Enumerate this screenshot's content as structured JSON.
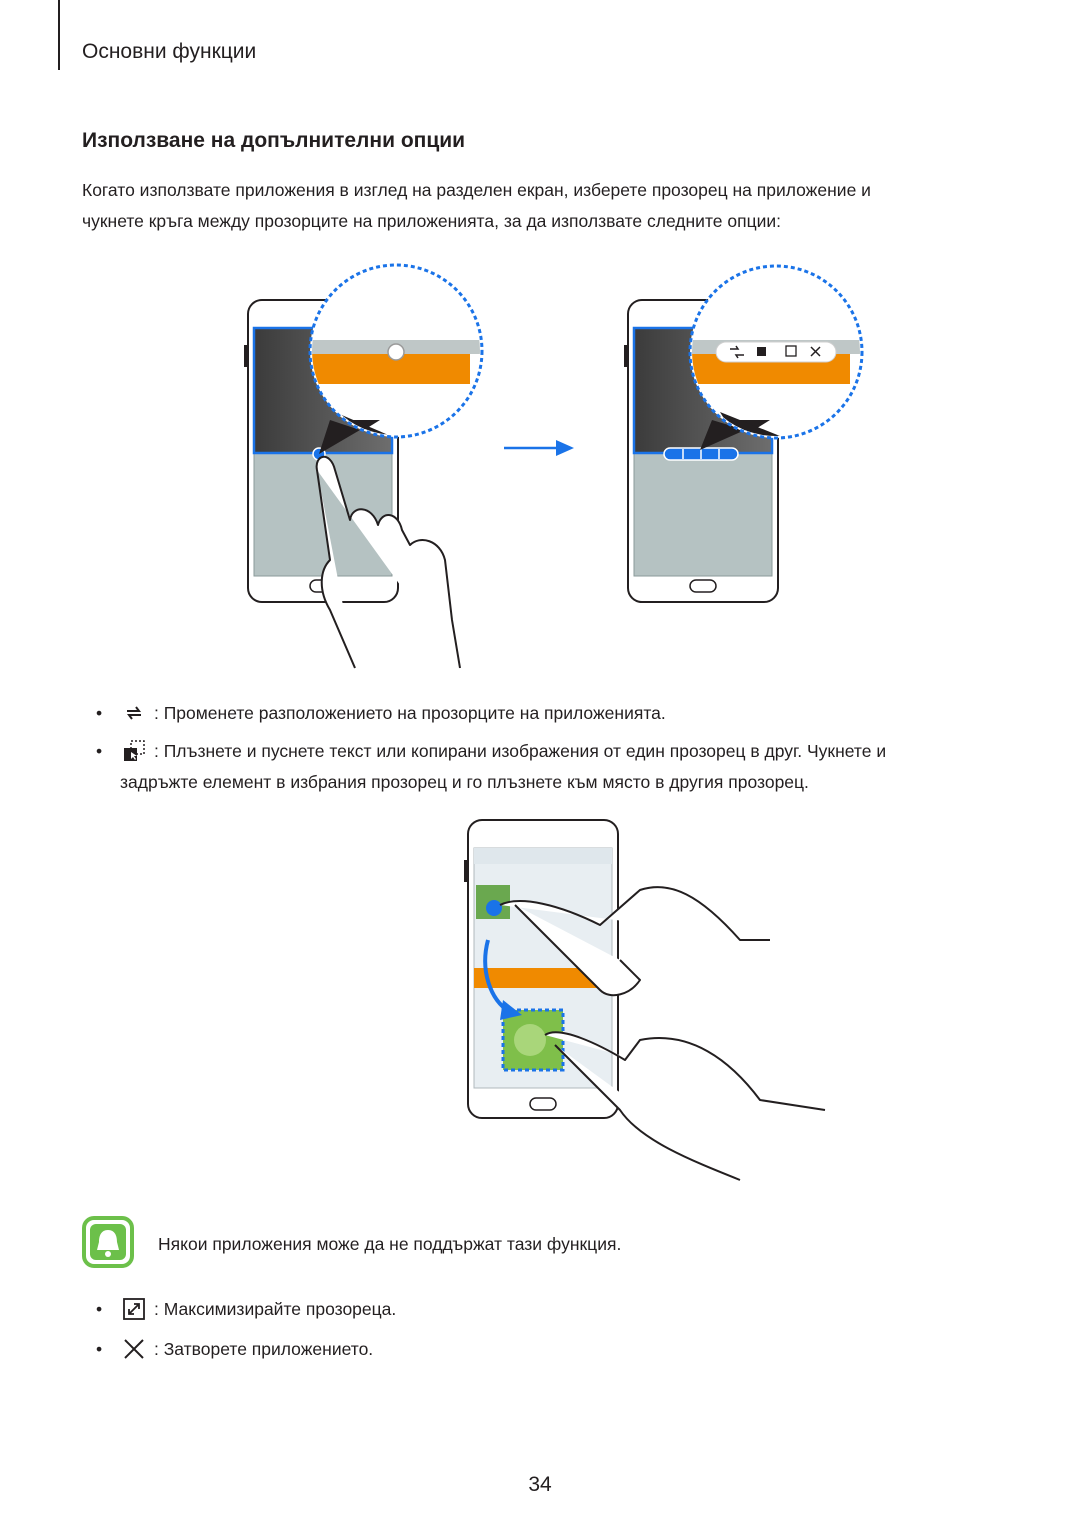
{
  "header": {
    "section": "Основни функции"
  },
  "title": "Използване на допълнителни опции",
  "intro": {
    "line1": "Когато използвате приложения в изглед на разделен екран, изберете прозорец на приложение и",
    "line2": "чукнете кръга между прозорците на приложенията, за да използвате следните опции:"
  },
  "options": [
    {
      "icon": "switch-windows-icon",
      "text": ": Променете разположението на прозорците на приложенията."
    },
    {
      "icon": "drag-drop-icon",
      "line1": ": Плъзнете и пуснете текст или копирани изображения от един прозорец в друг. Чукнете и",
      "line2": "задръжте елемент в избрания прозорец и го плъзнете към място в другия прозорец."
    },
    {
      "icon": "maximize-icon",
      "text": ": Максимизирайте прозореца."
    },
    {
      "icon": "close-icon",
      "text": ": Затворете приложението."
    }
  ],
  "note": {
    "icon": "notice-bell-icon",
    "text": "Някои приложения може да не поддържат тази функция."
  },
  "bullet_symbol": "•",
  "page_number": "34",
  "colors": {
    "accent_blue": "#1a73e8",
    "orange": "#f08a00",
    "note_green": "#6cc04a"
  }
}
